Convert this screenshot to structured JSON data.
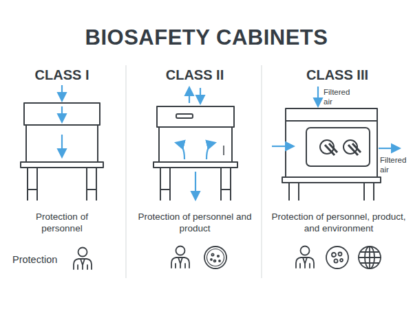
{
  "diagram": {
    "title": "BIOSAFETY CABINETS",
    "labels": [
      "CLASS I",
      "CLASS II",
      "CLASS III",
      "Filtered air",
      "Filtered air",
      "Protection of personnel",
      "Protection of personnel and product",
      "Protection of personnel, product, and environment",
      "Protection"
    ]
  }
}
